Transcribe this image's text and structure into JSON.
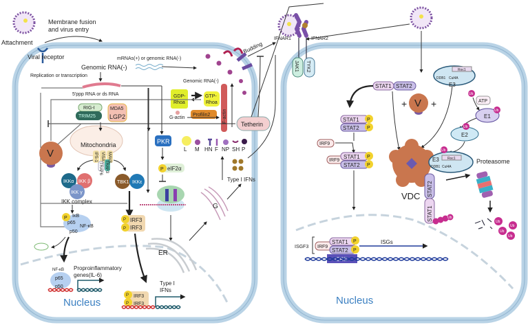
{
  "left_cell": {
    "membrane_fusion": [
      "Membrane fusion",
      "and virus entry"
    ],
    "attachment": "Attachment",
    "viral_receptor": "Viral receptor",
    "genomic_rna_1": "Genomic RNA(-)",
    "mrnas": "mRNAs(+) or genomic RNA(-)",
    "replication": "Replication or transcription",
    "genomic_rna_2": "Genomic RNA(-)",
    "ppp_rna": "5'ppp RNA or ds RNA",
    "rig_i": "RIG-I",
    "trim25": "TRIM25",
    "mda5": "MDA5",
    "lgp2": "LGP2",
    "gdp_rhoa": [
      "GDP-",
      "Rhoa"
    ],
    "gtp_rhoa": [
      "GTP-",
      "Rhoa"
    ],
    "profilin2": "Profilin2",
    "g_actin": "G-actin",
    "f_actin": "F-actin",
    "tetherin": "Tetherin",
    "budding": "Budding",
    "v": "V",
    "mitochondria": "Mitochondria",
    "adaptors": [
      "IPS-1",
      "VISA",
      "MAVS"
    ],
    "traf6": "TRAF6",
    "traf3": "TRAF3",
    "ikk_alpha": "IKKα",
    "ikk_beta": "IKK β",
    "ikk_gamma": "IKK γ",
    "ikk_complex": "IKK complex",
    "tbk1": "TBK1",
    "ikk_epsilon": "IKKε",
    "pkr": "PKR",
    "p": "P",
    "eif2a": "eIF2α",
    "proteins": [
      "L",
      "M",
      "HN",
      "F",
      "NP",
      "SH",
      "P"
    ],
    "type1_ifns": "Type I IFNs",
    "ikb": "IκB",
    "p65": "p65",
    "nfkb": "NF-κB",
    "p50": "p50",
    "irf3": "IRF3",
    "er": "ER",
    "golgi": "G",
    "proinflammatory": [
      "Proproinflammatory",
      "genes(IL-6)"
    ],
    "type1_ifns_nuc": [
      "Type I",
      "IFNs"
    ],
    "nucleus": "Nucleus"
  },
  "right_cell": {
    "ifnar1": "IFNAR1",
    "ifnar2": "IFNAR2",
    "jak1": "JAK1",
    "tyk2": "TYK2",
    "stat1": "STAT1",
    "stat2": "STAT2",
    "p": "P",
    "e3": "E3",
    "roc1": "Roc1",
    "ddb1": "DDB1",
    "cul4a": "Cul4A",
    "v": "V",
    "plus": "+",
    "ub": "Ub",
    "atp": "ATP",
    "e1": "E1",
    "e2": "E2",
    "irf9": "IRF9",
    "vdc": "VDC",
    "proteasome": "Proteasome",
    "isgf3": "ISGF3",
    "isre": "ISRE",
    "isgs": "ISGs",
    "nucleus": "Nucleus"
  },
  "colors": {
    "membrane": "#b9d3e6",
    "v_protein": "#c9764e",
    "phospho": "#f2d22e",
    "stat1": "#ecd6f0",
    "stat2": "#c9bfe8",
    "ub": "#c72d8f",
    "nucleus_text": "#3a7fc1",
    "virus": "#7a4fa0"
  }
}
